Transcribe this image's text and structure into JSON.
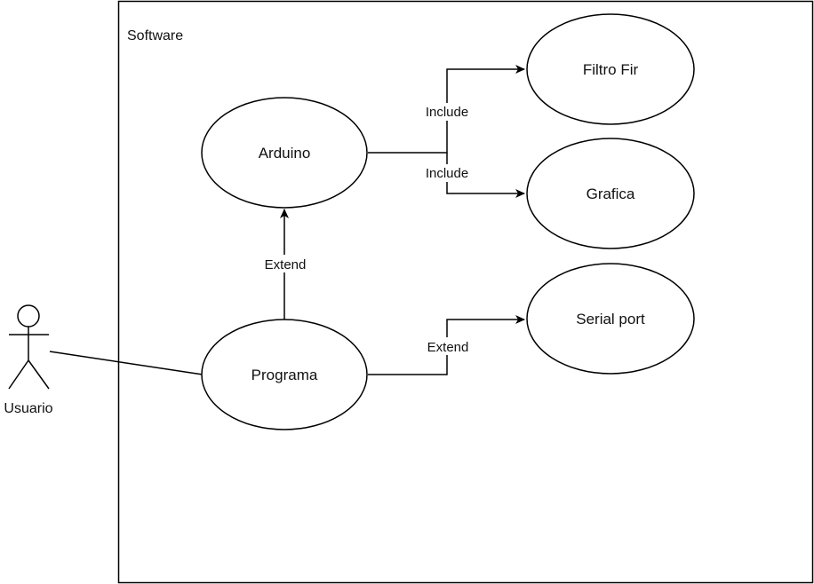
{
  "diagram": {
    "system": {
      "label": "Software"
    },
    "actor": {
      "label": "Usuario"
    },
    "use_cases": {
      "arduino": "Arduino",
      "programa": "Programa",
      "filtro": "Filtro Fir",
      "grafica": "Grafica",
      "serial": "Serial port"
    },
    "relations": {
      "programa_arduino": "Extend",
      "arduino_filtro": "Include",
      "arduino_grafica": "Include",
      "programa_serial": "Extend"
    }
  },
  "colors": {
    "stroke": "#000000",
    "background": "#ffffff",
    "text": "#111111"
  }
}
